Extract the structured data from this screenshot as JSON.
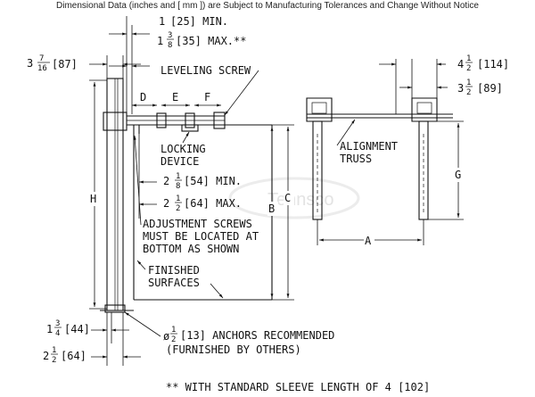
{
  "header": "Dimensional Data (inches and [ mm ]) are Subject to Manufacturing Tolerances and Change Without Notice",
  "watermark": "Tennsco",
  "dims": {
    "min1_whole": "1",
    "min1_rest": "[25] MIN.",
    "max_whole": "1",
    "max_num": "3",
    "max_den": "8",
    "max_rest": "[35] MAX.**",
    "left_whole": "3",
    "left_num": "7",
    "left_den": "16",
    "left_rest": "[87]",
    "top_whole": "4",
    "top_num": "1",
    "top_den": "2",
    "top_rest": "[114]",
    "top2_whole": "3",
    "top2_num": "1",
    "top2_den": "2",
    "top2_rest": "[89]",
    "min54_whole": "2",
    "min54_num": "1",
    "min54_den": "8",
    "min54_rest": "[54] MIN.",
    "max64_whole": "2",
    "max64_num": "1",
    "max64_den": "2",
    "max64_rest": "[64] MAX.",
    "b44_whole": "1",
    "b44_num": "3",
    "b44_den": "4",
    "b44_rest": "[44]",
    "b64_whole": "2",
    "b64_num": "1",
    "b64_den": "2",
    "b64_rest": "[64]",
    "anchor_sym": "ø",
    "anchor_num": "1",
    "anchor_den": "2"
  },
  "letters": {
    "D": "D",
    "E": "E",
    "F": "F",
    "H": "H",
    "C": "C",
    "B": "B",
    "G": "G",
    "A": "A"
  },
  "labels": {
    "leveling_screw": "LEVELING SCREW",
    "locking_1": "LOCKING",
    "locking_2": "DEVICE",
    "adjust_1": "ADJUSTMENT SCREWS",
    "adjust_2": "MUST BE LOCATED AT",
    "adjust_3": "BOTTOM AS SHOWN",
    "finished_1": "FINISHED",
    "finished_2": "SURFACES",
    "alignment_1": "ALIGNMENT",
    "alignment_2": "TRUSS",
    "anchors_1": "[13] ANCHORS RECOMMENDED",
    "anchors_2": "(FURNISHED BY OTHERS)",
    "footnote": "** WITH STANDARD SLEEVE LENGTH OF 4 [102]"
  }
}
